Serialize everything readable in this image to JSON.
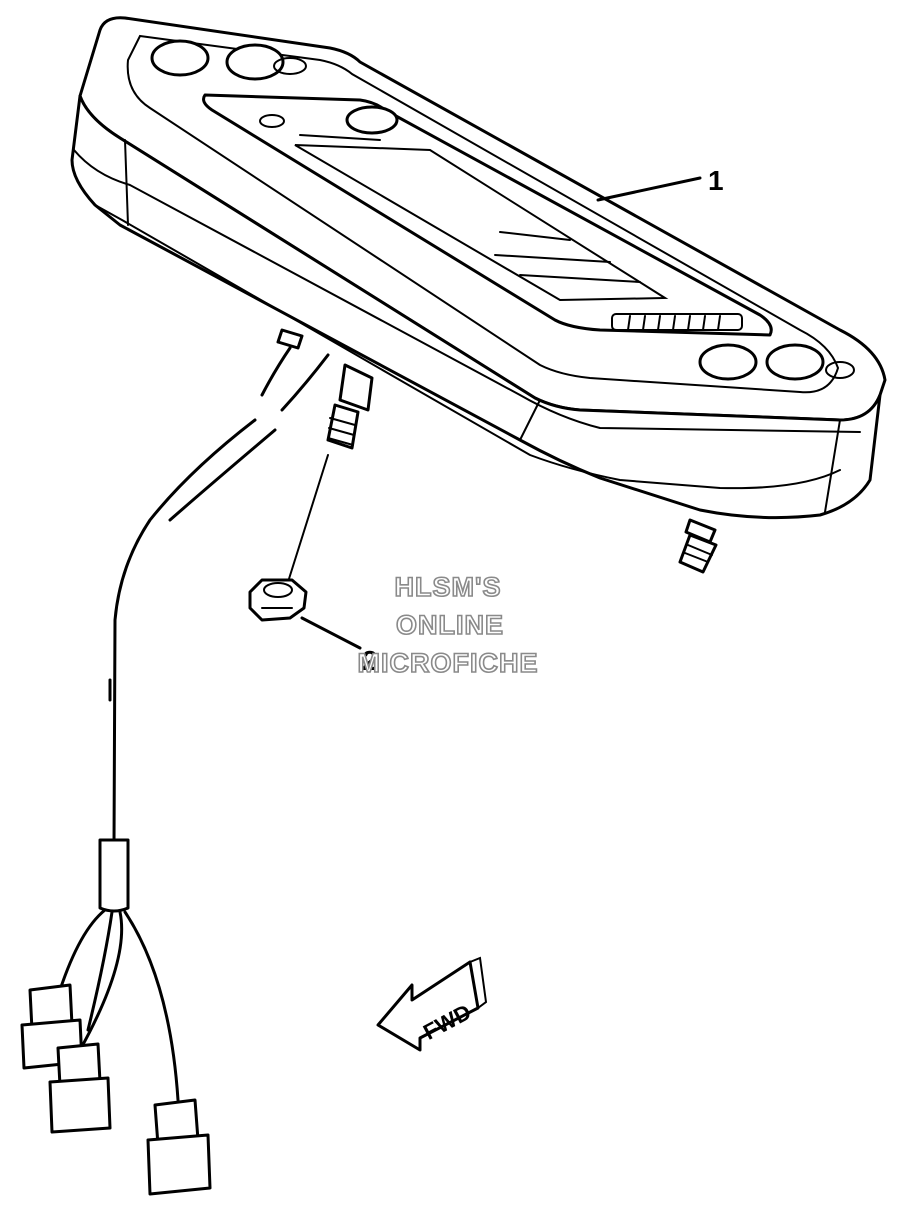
{
  "callouts": [
    {
      "label": "1"
    },
    {
      "label": "2"
    }
  ],
  "watermark": {
    "line1": "HLSM'S",
    "line2": "ONLINE",
    "line3": "MICROFICHE"
  },
  "direction_arrow": {
    "label": "FWD"
  }
}
